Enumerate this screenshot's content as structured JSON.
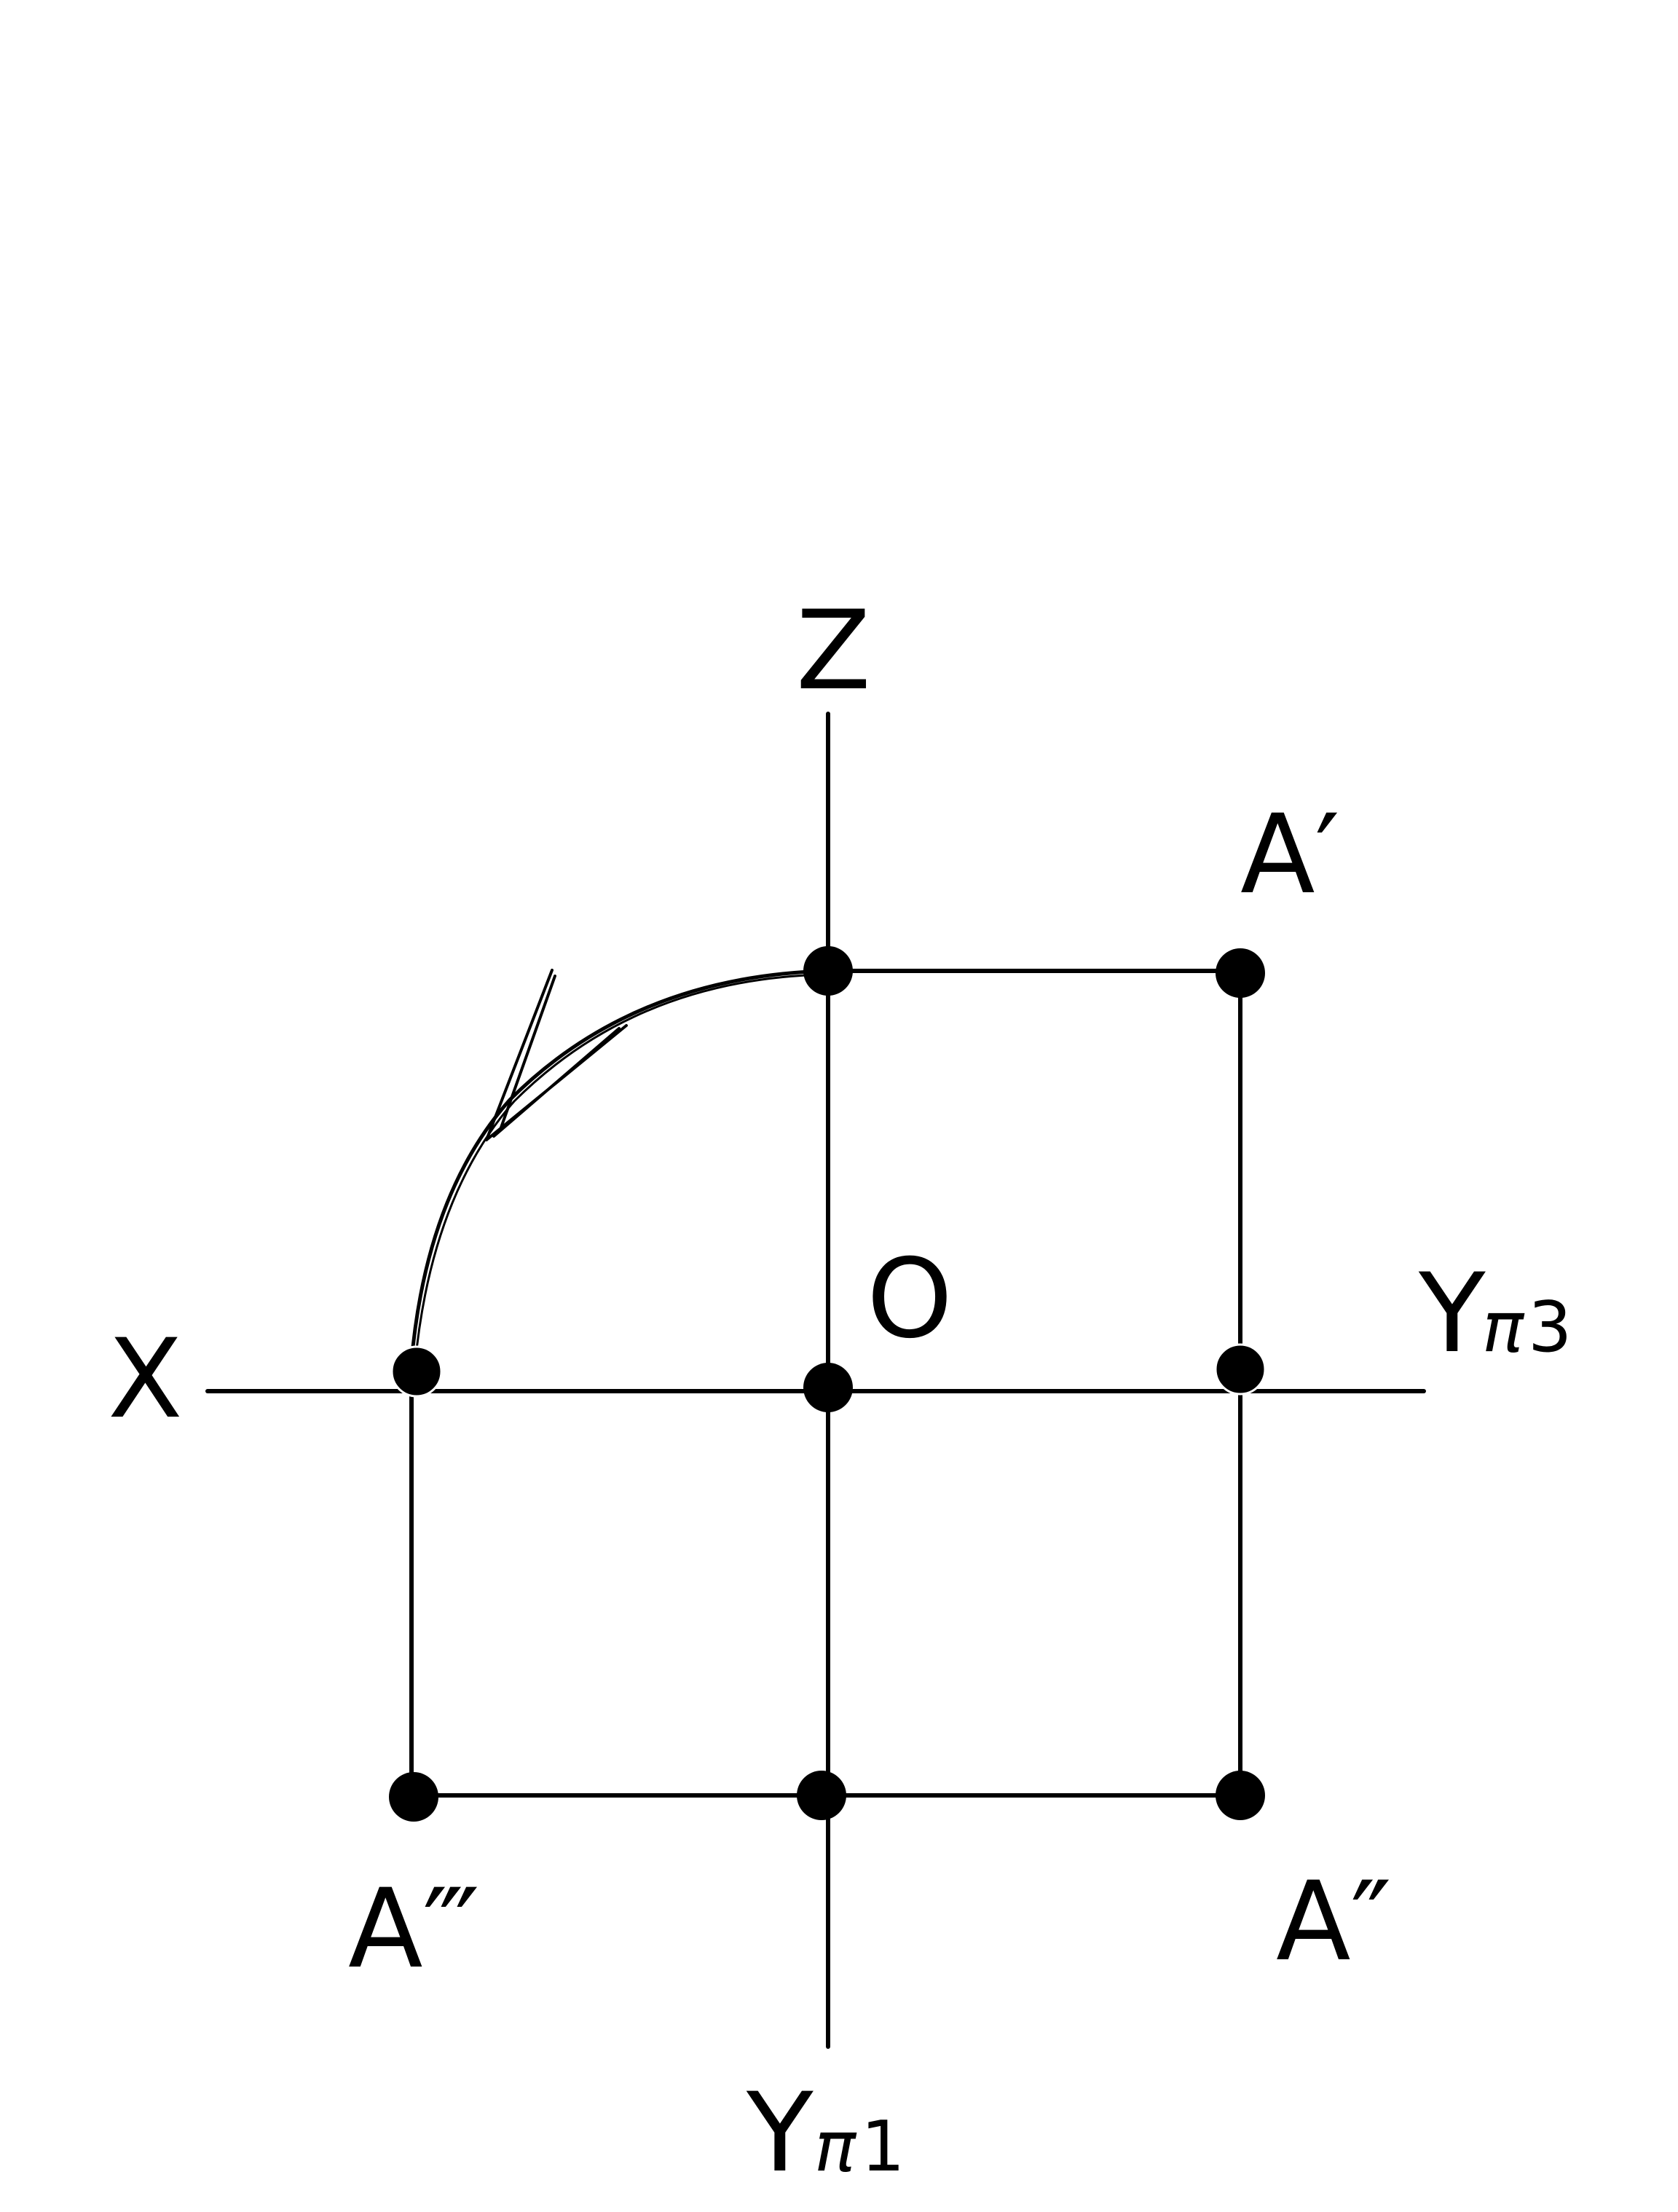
{
  "diagram": {
    "labels": {
      "z": "Z",
      "x": "X",
      "origin": "O",
      "y_pi3_main": "Y",
      "y_pi3_sub_greek": "π",
      "y_pi3_sub_num": "3",
      "y_pi1_main": "Y",
      "y_pi1_sub_greek": "π",
      "y_pi1_sub_num": "1",
      "a_prime": "A′",
      "a_double_prime": "A″",
      "a_triple_prime": "A‴"
    },
    "colors": {
      "ink": "#000000",
      "background": "#ffffff"
    }
  }
}
